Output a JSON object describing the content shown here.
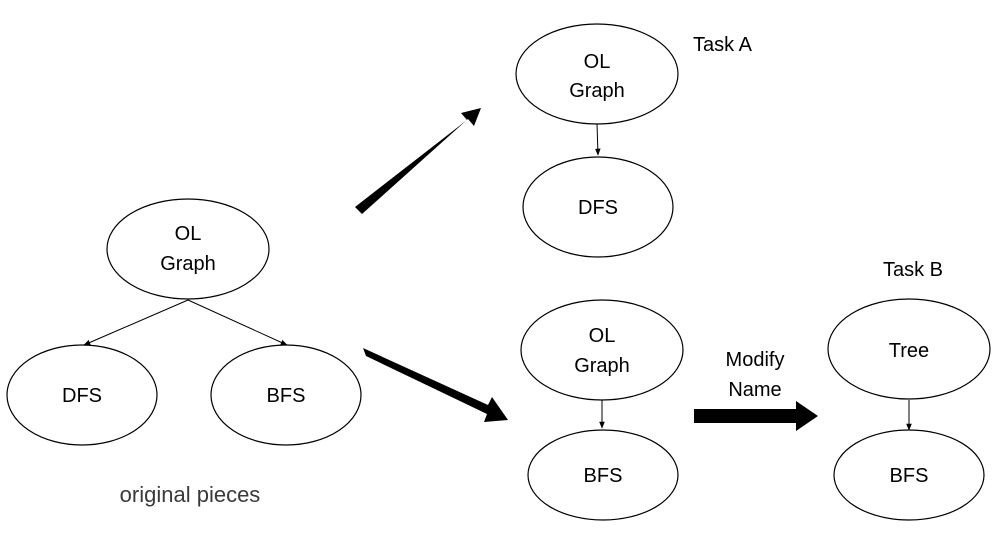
{
  "original": {
    "root": {
      "line1": "OL",
      "line2": "Graph"
    },
    "left_child": "DFS",
    "right_child": "BFS",
    "caption": "original pieces"
  },
  "task_a": {
    "label": "Task A",
    "root": {
      "line1": "OL",
      "line2": "Graph"
    },
    "child": "DFS"
  },
  "task_b": {
    "label": "Task B",
    "before": {
      "root": {
        "line1": "OL",
        "line2": "Graph"
      },
      "child": "BFS"
    },
    "action": {
      "line1": "Modify",
      "line2": "Name"
    },
    "after": {
      "root": "Tree",
      "child": "BFS"
    }
  }
}
